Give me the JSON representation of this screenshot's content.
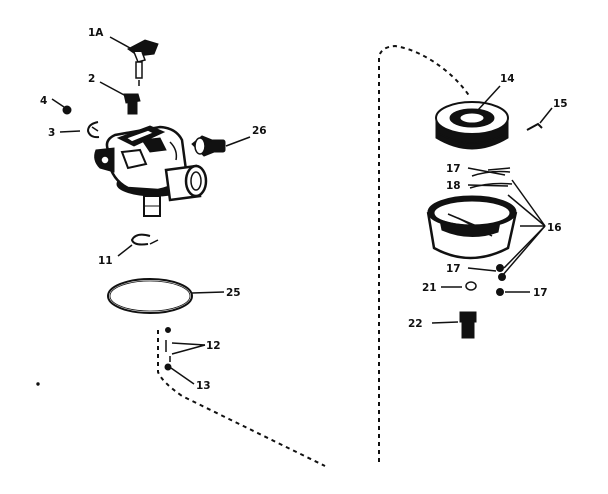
{
  "diagram": {
    "colors": {
      "ink": "#111111",
      "paper": "#ffffff"
    },
    "callouts": {
      "c1A": "1A",
      "c2": "2",
      "c3": "3",
      "c4": "4",
      "c11": "11",
      "c12": "12",
      "c13": "13",
      "c14": "14",
      "c15": "15",
      "c16": "16",
      "c17a": "17",
      "c17b": "17",
      "c17c": "17",
      "c18": "18",
      "c21": "21",
      "c22": "22",
      "c25": "25",
      "c26": "26"
    }
  }
}
